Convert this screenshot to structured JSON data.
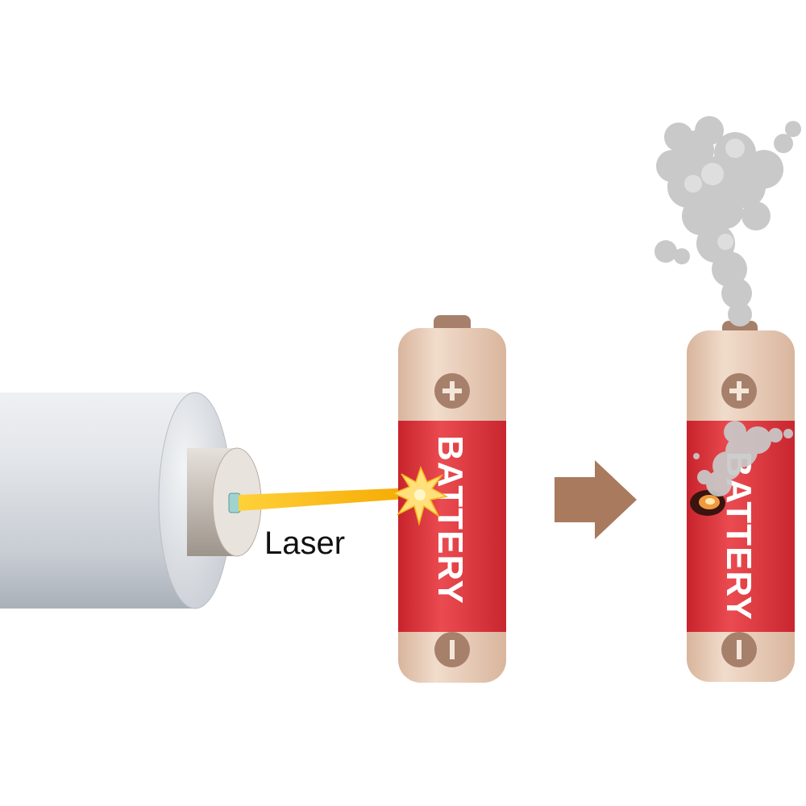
{
  "labels": {
    "laser": "Laser",
    "battery_left": "BATTERY",
    "battery_right": "BATTERY"
  },
  "colors": {
    "background": "#ffffff",
    "battery_shell": "#e9cbb5",
    "battery_band": "#e0373e",
    "terminal": "#a6806a",
    "beam": "#f7b500",
    "arrow": "#a97a5d",
    "smoke": "#c9c9c9",
    "laser_body": "#d5d9df"
  },
  "icons": [
    "laser-device",
    "laser-beam",
    "spark-burst",
    "battery",
    "plus-sign",
    "minus-sign",
    "right-arrow",
    "smoke-cloud",
    "burn-hole"
  ]
}
